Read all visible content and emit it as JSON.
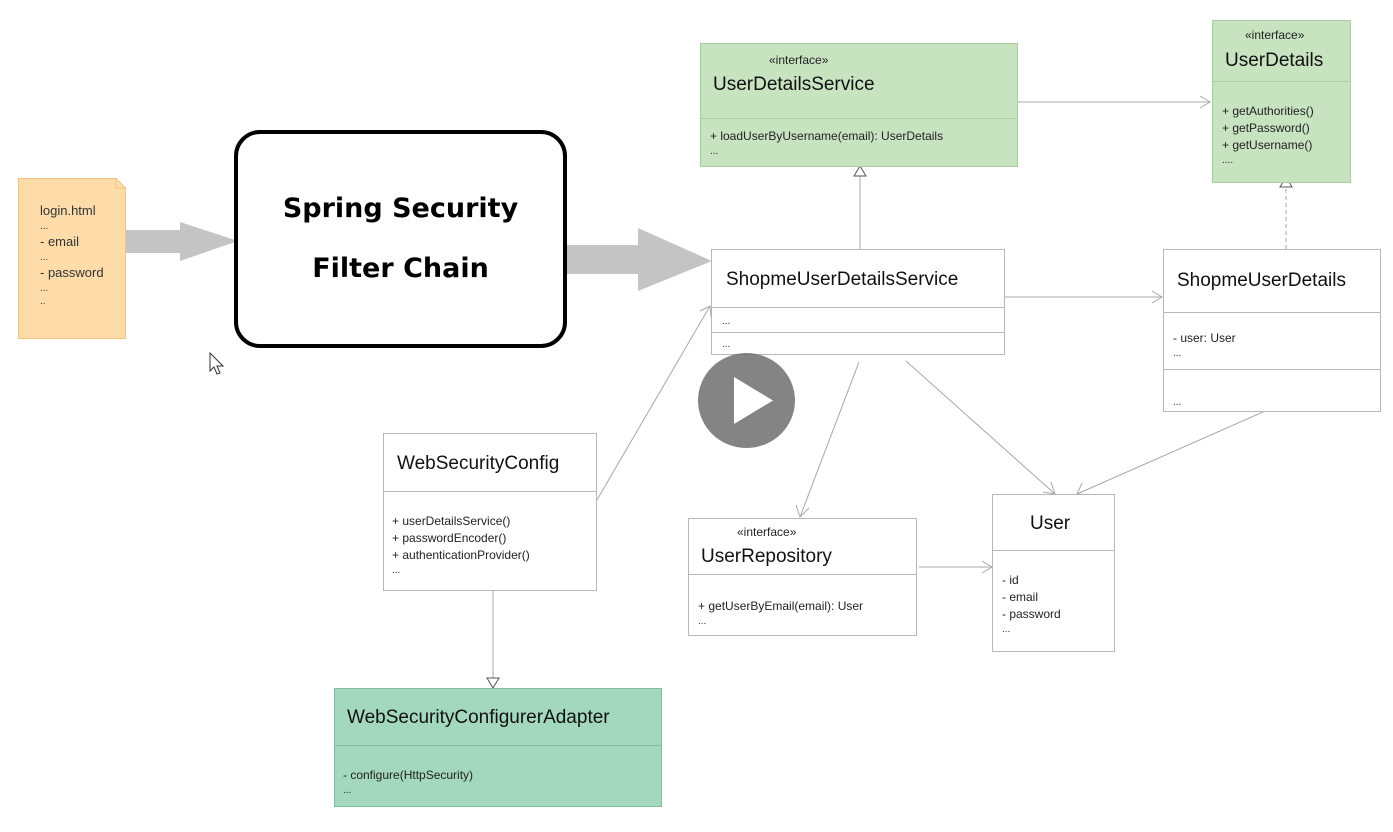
{
  "filter_chain": {
    "line1": "Spring Security",
    "line2": "Filter Chain"
  },
  "login_doc": [
    "login.html",
    "...",
    "- email",
    "...",
    "- password",
    "...",
    ".."
  ],
  "classes": {
    "user_details_service": {
      "stereotype": "«interface»",
      "name": "UserDetailsService",
      "ops": [
        "+ loadUserByUsername(email): UserDetails",
        "..."
      ]
    },
    "user_details": {
      "stereotype": "«interface»",
      "name": "UserDetails",
      "ops": [
        "+ getAuthorities()",
        "+ getPassword()",
        "+ getUsername()",
        "...."
      ]
    },
    "shopme_user_details_service": {
      "name": "ShopmeUserDetailsService",
      "attrs": [
        "..."
      ],
      "ops": [
        "..."
      ]
    },
    "shopme_user_details": {
      "name": "ShopmeUserDetails",
      "attrs": [
        "- user: User",
        "..."
      ],
      "ops": [
        "..."
      ]
    },
    "web_security_config": {
      "name": "WebSecurityConfig",
      "ops": [
        "+ userDetailsService()",
        "+ passwordEncoder()",
        "+ authenticationProvider()",
        "..."
      ]
    },
    "user_repository": {
      "stereotype": "«interface»",
      "name": "UserRepository",
      "ops": [
        "+ getUserByEmail(email): User",
        "..."
      ]
    },
    "user": {
      "name": "User",
      "attrs": [
        "- id",
        "- email",
        "- password",
        "..."
      ]
    },
    "web_security_configurer_adapter": {
      "name": "WebSecurityConfigurerAdapter",
      "ops": [
        "- configure(HttpSecurity)",
        "..."
      ]
    }
  },
  "colors": {
    "interface_fill": "#c7e3c0",
    "adapter_fill": "#a3d8bf",
    "doc_fill": "#fddcaa",
    "arrow_gray": "#c4c4c4"
  },
  "icons": {
    "play": "play-icon",
    "cursor": "mouse-cursor-icon",
    "document": "document-icon"
  }
}
